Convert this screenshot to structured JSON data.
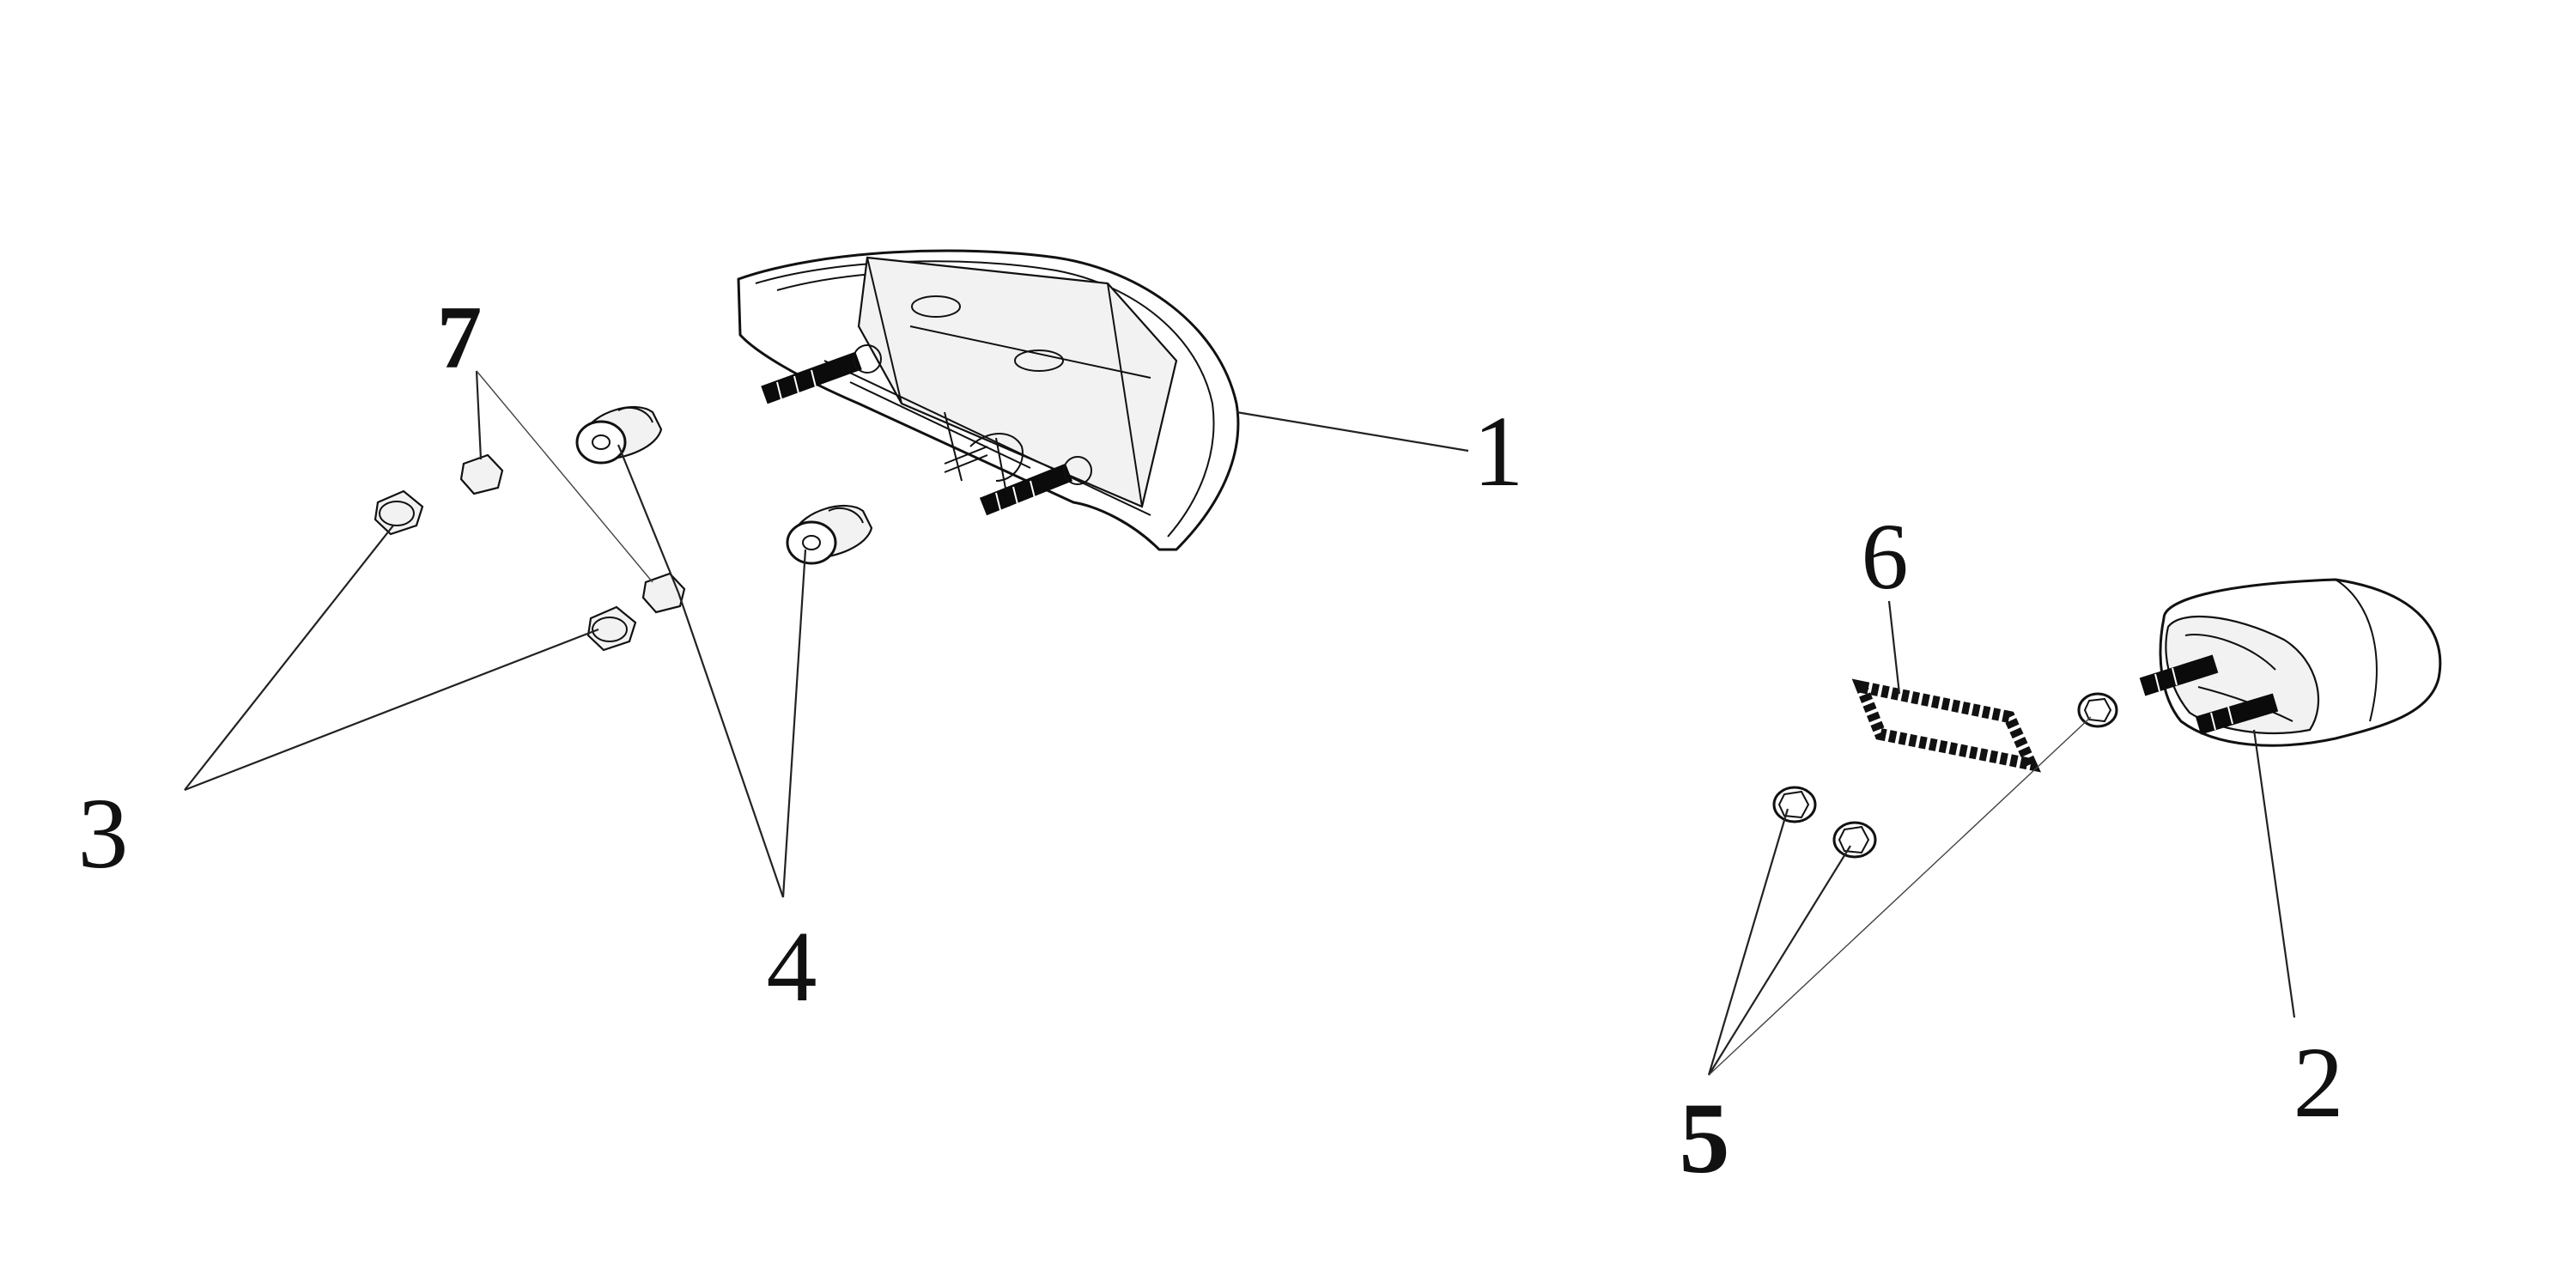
{
  "callouts": {
    "part_1": "1",
    "part_2": "2",
    "part_3": "3",
    "part_4": "4",
    "part_5": "5",
    "part_6": "6",
    "part_7": "7"
  },
  "colors": {
    "line": "#111111",
    "background": "#ffffff",
    "bolt": "#0b0b0b"
  }
}
